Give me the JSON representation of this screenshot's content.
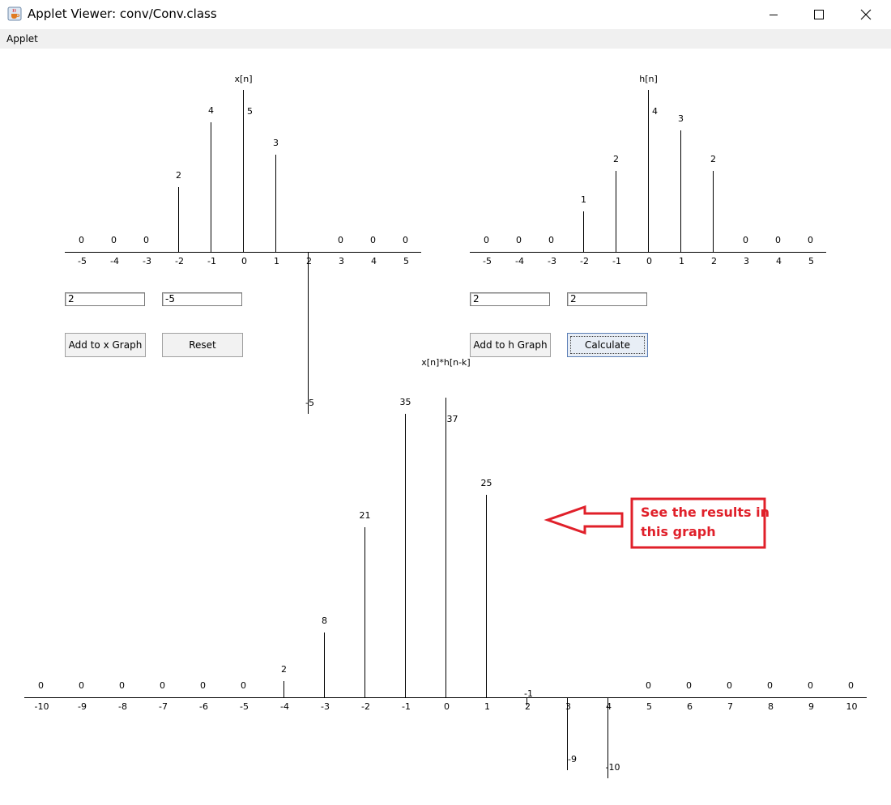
{
  "window": {
    "title": "Applet Viewer: conv/Conv.class",
    "icon": "java-cup-icon",
    "controls": [
      "minimize-icon",
      "maximize-icon",
      "close-icon"
    ]
  },
  "menu": {
    "items": [
      "Applet"
    ]
  },
  "inputs": {
    "x_index": "2",
    "x_value": "-5",
    "h_index": "2",
    "h_value": "2"
  },
  "buttons": {
    "add_x": "Add to x Graph",
    "reset": "Reset",
    "add_h": "Add to h Graph",
    "calculate": "Calculate"
  },
  "annotation": {
    "line1": "See the results in",
    "line2": "this graph",
    "color": "#e0202a"
  },
  "chart_data": [
    {
      "type": "stem",
      "title": "x[n]",
      "n": [
        -5,
        -4,
        -3,
        -2,
        -1,
        0,
        1,
        2,
        3,
        4,
        5
      ],
      "values": [
        0,
        0,
        0,
        2,
        4,
        5,
        3,
        -5,
        0,
        0,
        0
      ]
    },
    {
      "type": "stem",
      "title": "h[n]",
      "n": [
        -5,
        -4,
        -3,
        -2,
        -1,
        0,
        1,
        2,
        3,
        4,
        5
      ],
      "values": [
        0,
        0,
        0,
        1,
        2,
        4,
        3,
        2,
        0,
        0,
        0
      ]
    },
    {
      "type": "stem",
      "title": "x[n]*h[n-k]",
      "n": [
        -10,
        -9,
        -8,
        -7,
        -6,
        -5,
        -4,
        -3,
        -2,
        -1,
        0,
        1,
        2,
        3,
        4,
        5,
        6,
        7,
        8,
        9,
        10
      ],
      "values": [
        0,
        0,
        0,
        0,
        0,
        0,
        2,
        8,
        21,
        35,
        37,
        25,
        -1,
        -9,
        -10,
        0,
        0,
        0,
        0,
        0,
        0
      ]
    }
  ]
}
